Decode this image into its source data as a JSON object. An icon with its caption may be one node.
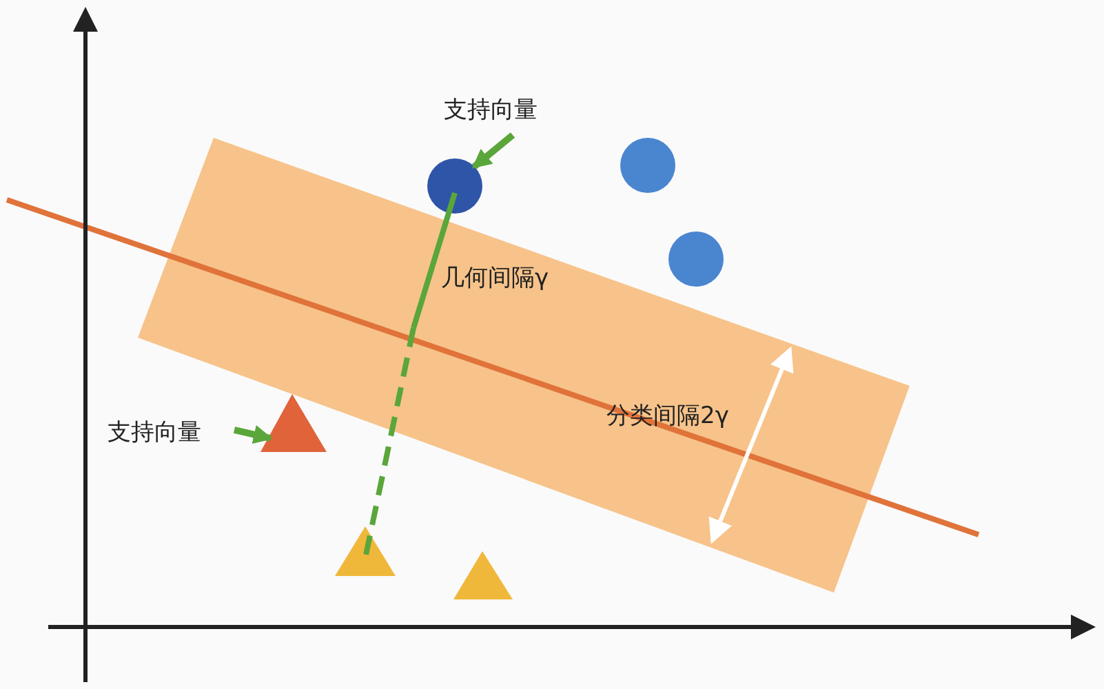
{
  "diagram": {
    "nodes": [
      {
        "text": [
          "支持向量"
        ]
      },
      {
        "text": [],
        "shape": "circle"
      },
      {
        "text": [
          "支持向量"
        ]
      },
      {
        "text": [],
        "shape": "triangle"
      }
    ],
    "edges": [
      {
        "from": 0,
        "to": 1,
        "arrow": "to"
      },
      {
        "from": 2,
        "to": 3,
        "arrow": "to"
      }
    ],
    "labels": [
      "几何间隔γ",
      "分类间隔2γ"
    ]
  }
}
